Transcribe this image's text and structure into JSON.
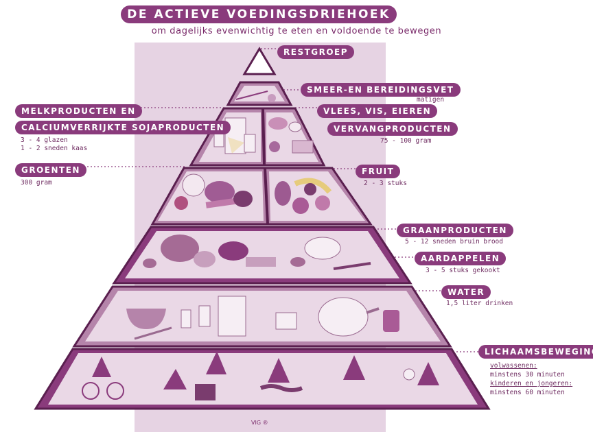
{
  "title": "DE ACTIEVE VOEDINGSDRIEHOEK",
  "subtitle": "om dagelijks evenwichtig te eten en voldoende te bewegen",
  "copyright": "VIG ®",
  "colors": {
    "primary": "#8a3b7c",
    "background_band": "#e3cfe0",
    "layer_fill": "#b584aa",
    "dark_outline": "#5a1f4f"
  },
  "labels": {
    "restgroep": {
      "name": "RESTGROEP"
    },
    "vet": {
      "name": "SMEER-EN BEREIDINGSVET",
      "note": "matigen"
    },
    "melk": {
      "name1": "MELKPRODUCTEN EN",
      "name2": "CALCIUMVERRIJKTE SOJAPRODUCTEN",
      "note1": "3 - 4 glazen",
      "note2": "1 - 2 sneden kaas"
    },
    "vlees": {
      "name1": "VLEES, VIS, EIEREN",
      "name2": "VERVANGPRODUCTEN",
      "note": "75 - 100 gram"
    },
    "groenten": {
      "name": "GROENTEN",
      "note": "300 gram"
    },
    "fruit": {
      "name": "FRUIT",
      "note": "2 - 3 stuks"
    },
    "graan": {
      "name": "GRAANPRODUCTEN",
      "note": "5 - 12 sneden bruin brood"
    },
    "aardappelen": {
      "name": "AARDAPPELEN",
      "note": "3 - 5 stuks gekookt"
    },
    "water": {
      "name": "WATER",
      "note": "1,5 liter drinken"
    },
    "beweging": {
      "name": "LICHAAMSBEWEGING",
      "adults_label": "volwassenen:",
      "adults_note": "minstens 30 minuten",
      "kids_label": "kinderen en jongeren:",
      "kids_note": "minstens 60 minuten"
    }
  },
  "icons": [
    "milk-cheese-illustration",
    "meat-fish-egg-illustration",
    "vegetables-illustration",
    "fruit-illustration",
    "bread-potatoes-illustration",
    "water-teapot-illustration",
    "exercising-figures-illustration"
  ]
}
